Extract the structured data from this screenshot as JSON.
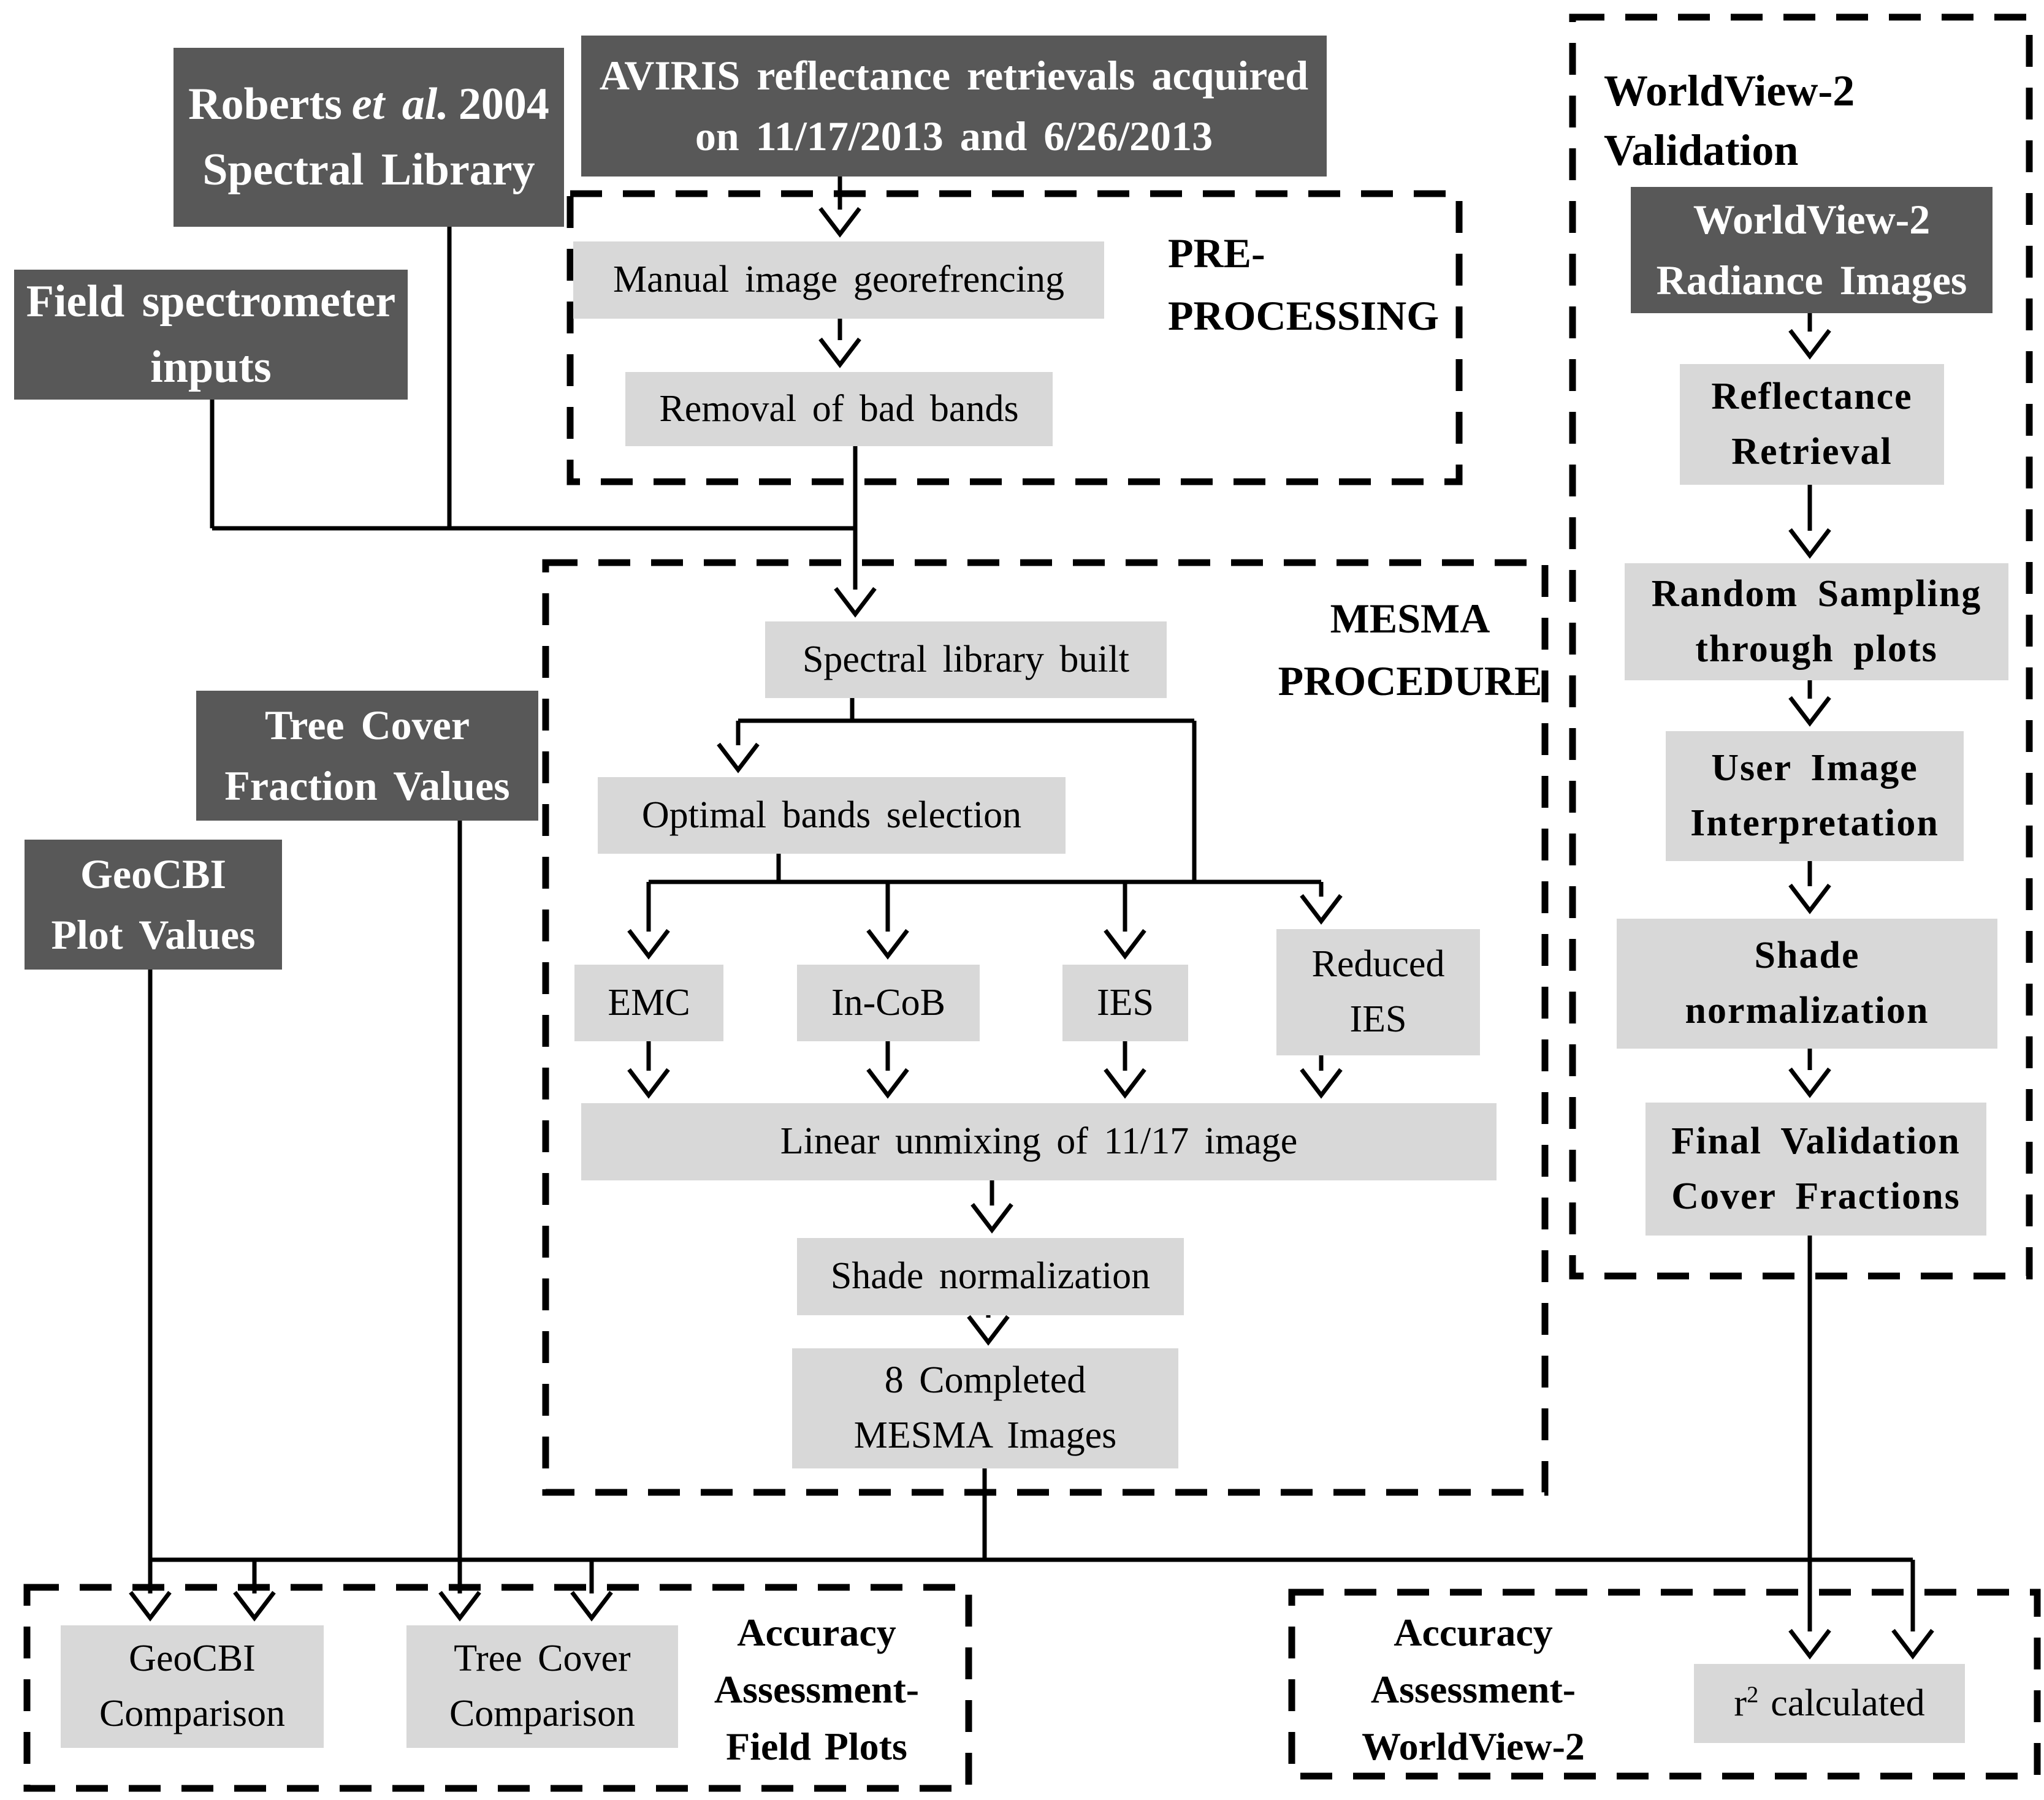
{
  "palette": {
    "dark_box": "#585858",
    "light_box": "#d8d8d8",
    "line": "#000000",
    "background": "#ffffff"
  },
  "inputs": {
    "roberts": {
      "l1a": "Roberts",
      "l1b": "et al.",
      "l1c": "2004",
      "l2": "Spectral Library"
    },
    "aviris": {
      "l1": "AVIRIS reflectance retrievals acquired",
      "l2": "on 11/17/2013 and 6/26/2013"
    },
    "field": {
      "l1": "Field spectrometer",
      "l2": "inputs"
    },
    "tree_cover": {
      "l1": "Tree Cover",
      "l2": "Fraction Values"
    },
    "geocbi": {
      "l1": "GeoCBI",
      "l2": "Plot Values"
    }
  },
  "preprocessing": {
    "title_l1": "PRE-",
    "title_l2": "PROCESSING",
    "manual": "Manual image georefrencing",
    "removal": "Removal of bad bands"
  },
  "mesma": {
    "title_l1": "MESMA",
    "title_l2": "PROCEDURE",
    "spectral": "Spectral library built",
    "optimal": "Optimal bands selection",
    "emc": "EMC",
    "incob": "In-CoB",
    "ies": "IES",
    "reduced_l1": "Reduced",
    "reduced_l2": "IES",
    "linear": "Linear unmixing of 11/17 image",
    "shade": "Shade normalization",
    "completed_l1": "8 Completed",
    "completed_l2": "MESMA Images"
  },
  "wv2": {
    "title_l1": "WorldView-2",
    "title_l2": "Validation",
    "radiance_l1": "WorldView-2",
    "radiance_l2": "Radiance Images",
    "reflectance_l1": "Reflectance",
    "reflectance_l2": "Retrieval",
    "sampling_l1": "Random Sampling",
    "sampling_l2": "through plots",
    "user_l1": "User Image",
    "user_l2": "Interpretation",
    "shade_l1": "Shade",
    "shade_l2": "normalization",
    "final_l1": "Final Validation",
    "final_l2": "Cover Fractions"
  },
  "accuracy_field": {
    "title_l1": "Accuracy",
    "title_l2": "Assessment-",
    "title_l3": "Field Plots",
    "geocbi_l1": "GeoCBI",
    "geocbi_l2": "Comparison",
    "tree_l1": "Tree Cover",
    "tree_l2": "Comparison"
  },
  "accuracy_wv2": {
    "title_l1": "Accuracy",
    "title_l2": "Assessment-",
    "title_l3": "WorldView-2",
    "r2_base": "r",
    "r2_sup": "2",
    "r2_rest": "calculated"
  }
}
